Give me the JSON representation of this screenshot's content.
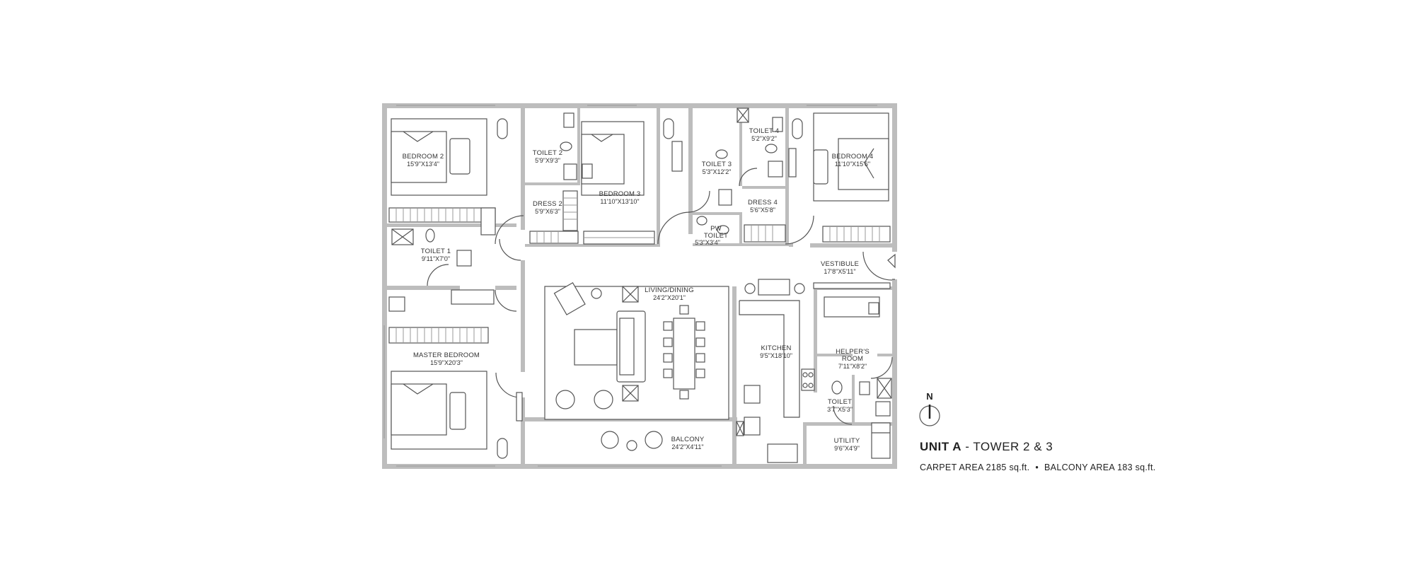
{
  "unit": {
    "name": "UNIT A",
    "separator": " - ",
    "tower": "TOWER 2 & 3",
    "carpet_area": "CARPET AREA 2185 sq.ft.",
    "bullet": "•",
    "balcony_area": "BALCONY AREA 183 sq.ft."
  },
  "compass": {
    "label": "N"
  },
  "rooms": {
    "bedroom2": {
      "name": "BEDROOM 2",
      "dims": "15'9\"X13'4\""
    },
    "toilet2": {
      "name": "TOILET 2",
      "dims": "5'9\"X9'3\""
    },
    "bedroom3": {
      "name": "BEDROOM 3",
      "dims": "11'10\"X13'10\""
    },
    "dress2": {
      "name": "DRESS 2",
      "dims": "5'9\"X6'3\""
    },
    "toilet3": {
      "name": "TOILET 3",
      "dims": "5'3\"X12'2\""
    },
    "toilet4": {
      "name": "TOILET 4",
      "dims": "5'2\"X9'2\""
    },
    "bedroom4": {
      "name": "BEDROOM 4",
      "dims": "11'10\"X15'6\""
    },
    "dress4": {
      "name": "DRESS 4",
      "dims": "5'6\"X5'8\""
    },
    "pw_toilet": {
      "name1": "PW",
      "name2": "TOILET",
      "dims": "5'3\"X3'4\""
    },
    "toilet1": {
      "name": "TOILET 1",
      "dims": "9'11\"X7'0\""
    },
    "vestibule": {
      "name": "VESTIBULE",
      "dims": "17'8\"X5'11\""
    },
    "living": {
      "name": "LIVING/DINING",
      "dims": "24'2\"X20'1\""
    },
    "master": {
      "name": "MASTER BEDROOM",
      "dims": "15'9\"X20'3\""
    },
    "kitchen": {
      "name": "KITCHEN",
      "dims": "9'5\"X18'10\""
    },
    "helper": {
      "name1": "HELPER'S",
      "name2": "ROOM",
      "dims": "7'11\"X8'2\""
    },
    "toilet_h": {
      "name": "TOILET",
      "dims": "3'7\"X5'3\""
    },
    "balcony": {
      "name": "BALCONY",
      "dims": "24'2\"X4'11\""
    },
    "utility": {
      "name": "UTILITY",
      "dims": "9'6\"X4'9\""
    }
  }
}
